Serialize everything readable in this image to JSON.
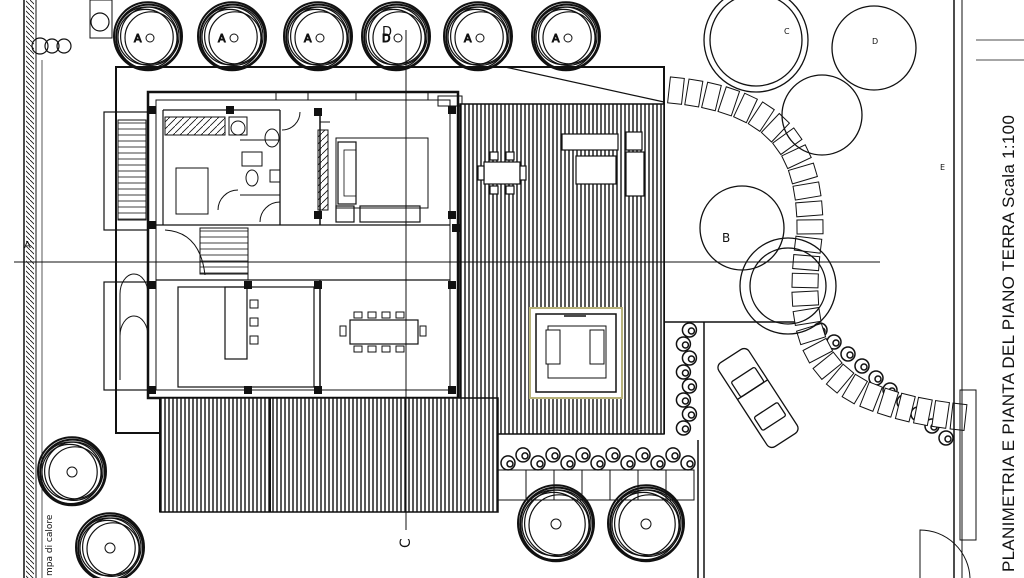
{
  "drawing": {
    "title": "PLANIMETRIA E PIANTA DEL PIANO TERRA  Scala 1:100",
    "section_left": "A",
    "section_bottom": "C",
    "section_top": "D",
    "note_bottom_left": "mpa di calore",
    "tree_marks": [
      "A",
      "A",
      "A",
      "D",
      "A",
      "A"
    ],
    "tree_label_b": "B",
    "tree_label_c": "C",
    "tree_label_d": "D",
    "tree_label_e": "E"
  },
  "colors": {
    "ink": "#111111",
    "paper": "#ffffff",
    "pool_outline": "#b7b27a"
  }
}
